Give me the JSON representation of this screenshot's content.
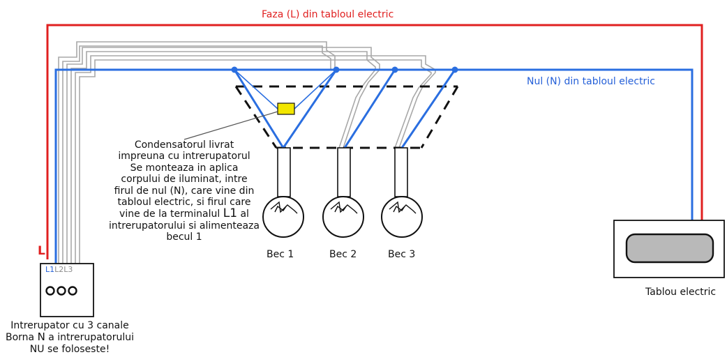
{
  "labels": {
    "phase": "Faza (L) din tabloul electric",
    "neutral": "Nul (N) din tabloul electric",
    "phase_letter": "L",
    "terminal_l1": "L1",
    "terminal_l2": "L2",
    "terminal_l3": "L3",
    "bulb1": "Bec 1",
    "bulb2": "Bec 2",
    "bulb3": "Bec 3",
    "panel": "Tablou electric"
  },
  "capacitor_note": {
    "line1": "Condensatorul livrat",
    "line2": "impreuna cu intrerupatorul",
    "line3": "Se monteaza in aplica",
    "line4": "corpului de iluminat, intre",
    "line5": "firul de nul (N), care vine din",
    "line6": "tabloul electric, si firul care",
    "line7_pre": "vine de la terminalul ",
    "line7_big": "L1",
    "line7_post": " al",
    "line8": "intrerupatorului si alimenteaza",
    "line9": "becul 1"
  },
  "switch_note": {
    "line1": "Intrerupator cu 3 canale",
    "line2_pre": "Borna ",
    "line2_n": "N",
    "line2_post": " a intrerupatorului",
    "line3": "NU se foloseste!"
  },
  "colors": {
    "phase": "#e02020",
    "neutral": "#2a6ee0",
    "switched": "#a8a8a8",
    "capacitor": "#f2e600"
  }
}
